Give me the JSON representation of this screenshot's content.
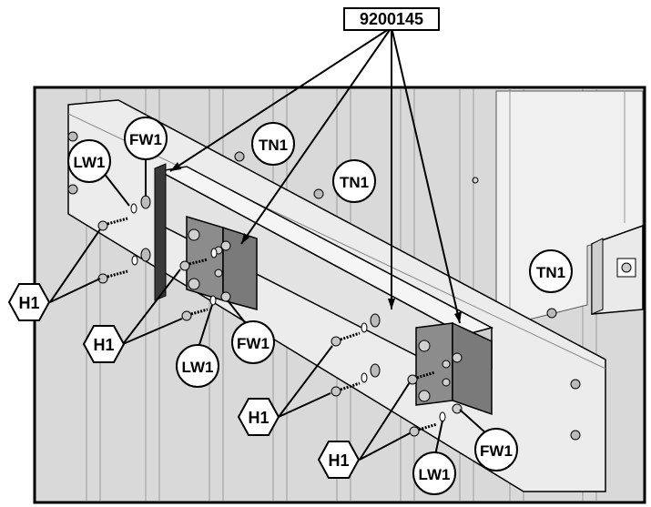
{
  "part_number": "9200145",
  "callouts": {
    "hex_bolt": "H1",
    "flat_washer": "FW1",
    "lock_washer": "LW1",
    "t_nut": "TN1"
  },
  "colors": {
    "panel_fill": "#dcdcdc",
    "beam_fill": "#e9e9e9",
    "bracket_fill": "#8c8c8c",
    "line": "#000000"
  }
}
